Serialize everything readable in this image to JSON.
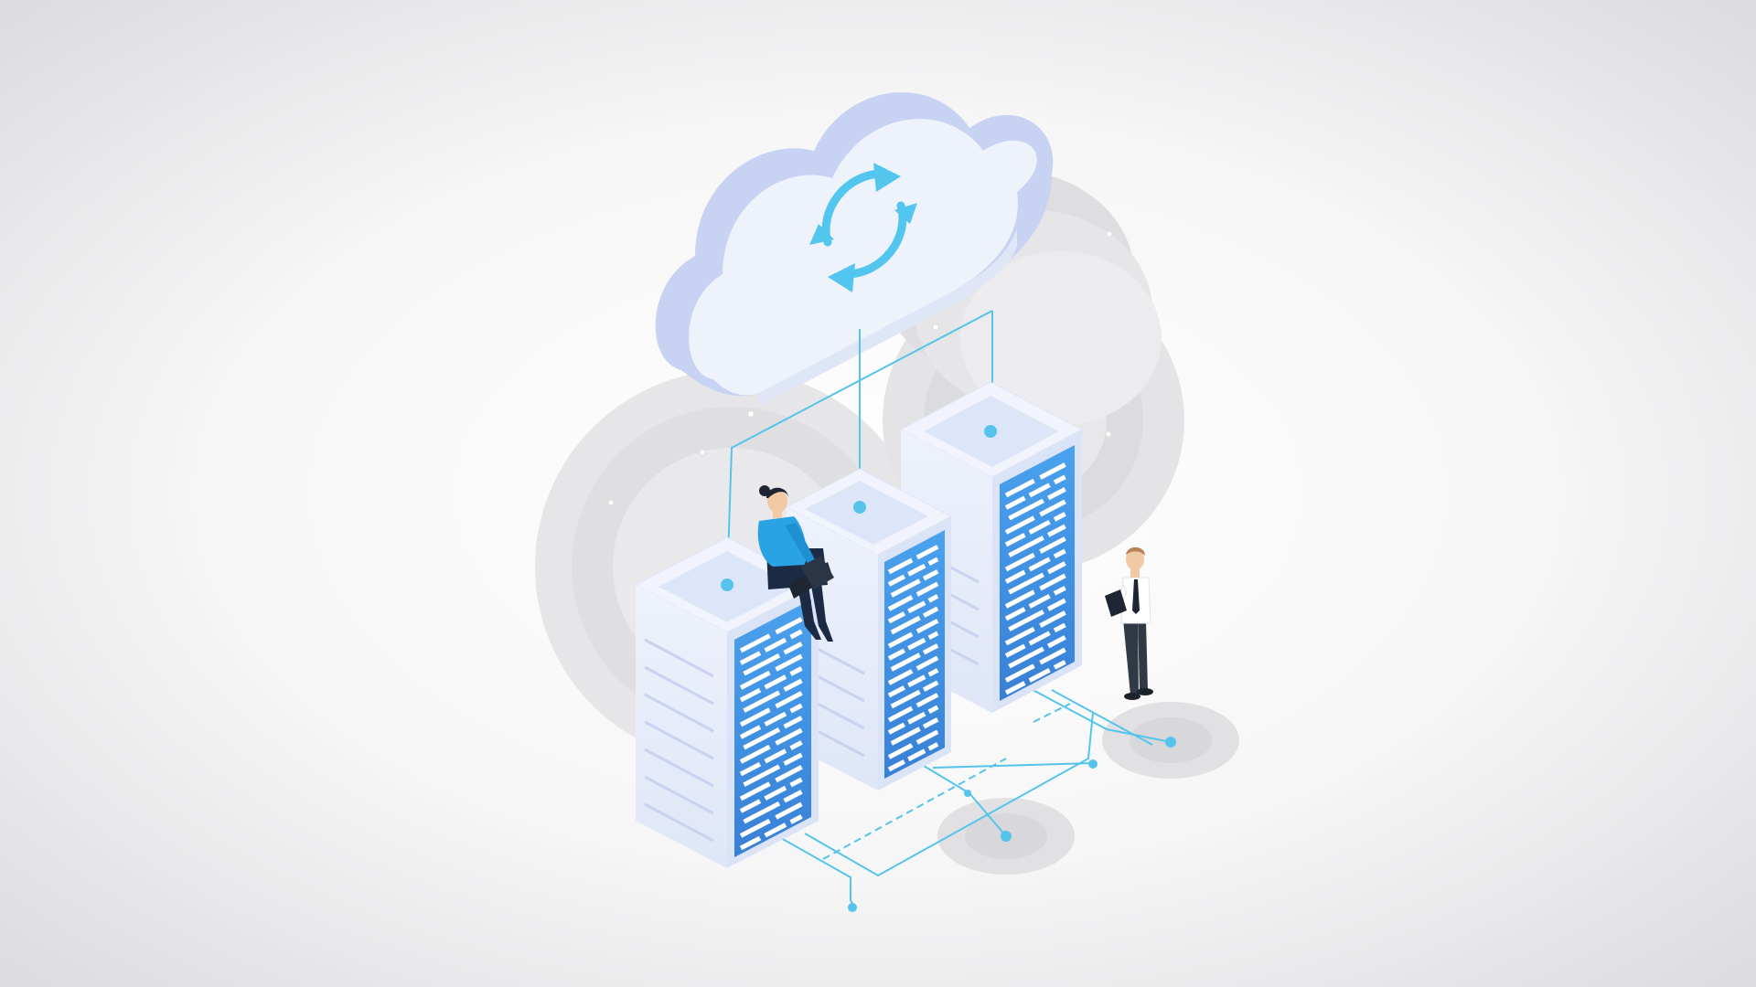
{
  "scene": {
    "kind": "isometric-illustration",
    "subject": "cloud-sync-data-center",
    "colors": {
      "background_center": "#ffffff",
      "background_edge": "#dcdcdf",
      "cloud_face": "#eef2fb",
      "cloud_side": "#c8d2f3",
      "cloud_shadow": "#e2e2e5",
      "server_body": "#e6ecf9",
      "server_top": "#f1f4fc",
      "server_panel": "#3f92e3",
      "server_slot": "#ffffff",
      "connector": "#56c4ea",
      "sync_icon": "#52c6ef",
      "floor_circle": "#e3e3e6",
      "woman_top": "#29a3e3",
      "woman_skirt": "#1d2a44",
      "man_trousers": "#2f3a45",
      "laptop": "#1e2633"
    },
    "icons": [
      "cloud-icon",
      "sync-arrows-icon",
      "server-rack-icon",
      "laptop-icon",
      "clipboard-icon"
    ],
    "server_count": 3,
    "people": [
      "woman-with-laptop",
      "man-with-clipboard"
    ]
  }
}
